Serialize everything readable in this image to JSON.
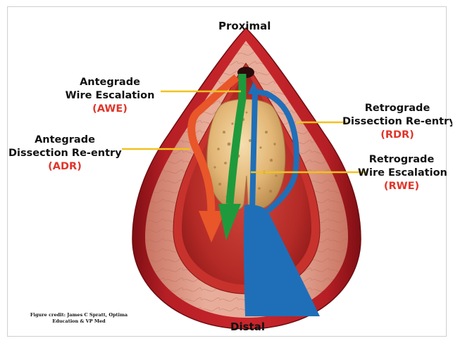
{
  "labels": {
    "proximal": "Proximal",
    "distal": "Distal",
    "awe": {
      "line1": "Antegrade",
      "line2": "Wire Escalation",
      "abbr": "(AWE)"
    },
    "adr": {
      "line1": "Antegrade",
      "line2": "Dissection Re-entry",
      "abbr": "(ADR)"
    },
    "rdr": {
      "line1": "Retrograde",
      "line2": "Dissection Re-entry",
      "abbr": "(RDR)"
    },
    "rwe": {
      "line1": "Retrograde",
      "line2": "Wire Escalation",
      "abbr": "(RWE)"
    }
  },
  "credit": {
    "line1": "Figure credit: James C Spratt, Optima",
    "line2": "Education & VP Med"
  },
  "colors": {
    "antegrade_dissection": "#e8562a",
    "antegrade_wire": "#1e9a3c",
    "retrograde": "#1f6fb8",
    "vessel_wall": "#b31e24",
    "media": "#e4a390",
    "occlusion": "#e2b676",
    "leader_line": "#f2c21e",
    "abbr_text": "#e0362b"
  }
}
